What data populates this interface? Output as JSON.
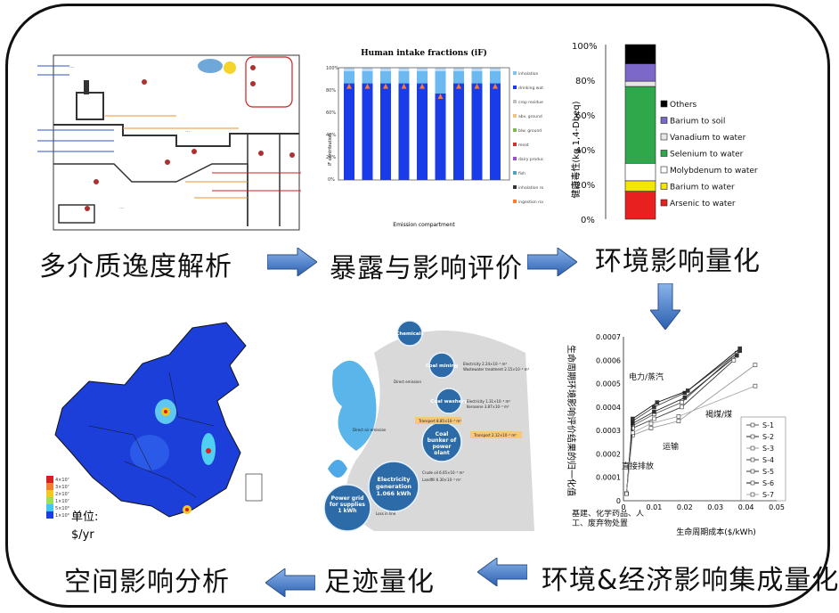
{
  "steps": {
    "s1": "多介质逸度解析",
    "s2": "暴露与影响评价",
    "s3": "环境影响量化",
    "s4": "环境&经济影响集成量化",
    "s5": "足迹量化",
    "s6": "空间影响分析"
  },
  "intake_chart": {
    "title": "Human intake fractions (iF)",
    "ylabel": "iF contribution",
    "xlabel": "Emission compartment",
    "yticks": [
      "0%",
      "20%",
      "40%",
      "60%",
      "80%",
      "100%"
    ],
    "legend": [
      "inhalation",
      "drinking water",
      "crop residues",
      "abv. ground prod.",
      "blw. ground prod.",
      "meat",
      "dairy products",
      "fish",
      "inhalation route",
      "ingestion route"
    ]
  },
  "impact_bar": {
    "ylabel": "健康毒性(kg 1,4-Dbeq)",
    "yticks": [
      "100%",
      "80%",
      "60%",
      "40%",
      "20%",
      "0%"
    ],
    "legend": [
      {
        "label": "Others",
        "color": "#000000"
      },
      {
        "label": "Barium to soil",
        "color": "#7b68c8"
      },
      {
        "label": "Vanadium to water",
        "color": "#e6e6e6"
      },
      {
        "label": "Selenium to water",
        "color": "#2ea84a"
      },
      {
        "label": "Molybdenum to water",
        "color": "#ffffff"
      },
      {
        "label": "Barium to water",
        "color": "#f4e600"
      },
      {
        "label": "Arsenic to water",
        "color": "#e82020"
      }
    ]
  },
  "chart_data": {
    "type": "line",
    "ylabel": "生命周期环境影响评价结果的归一化值",
    "xlabel": "生命周期成本($/kWh)",
    "xlim": [
      0,
      0.05
    ],
    "ylim": [
      0,
      0.0007
    ],
    "xticks": [
      "0",
      "0.01",
      "0.02",
      "0.03",
      "0.04",
      "0.05"
    ],
    "yticks": [
      "0",
      "0.0001",
      "0.0002",
      "0.0003",
      "0.0004",
      "0.0005",
      "0.0006",
      "0.0007"
    ],
    "annotations": [
      "电力/蒸汽",
      "褐煤/煤",
      "运输",
      "直接排放",
      "基建、化学药品、人工、废弃物处置"
    ],
    "series": [
      {
        "name": "S-1",
        "points": [
          [
            0.001,
            3e-05
          ],
          [
            0.003,
            0.00032
          ],
          [
            0.01,
            0.00037
          ],
          [
            0.019,
            0.00042
          ],
          [
            0.037,
            0.00063
          ]
        ]
      },
      {
        "name": "S-2",
        "points": [
          [
            0.001,
            3e-05
          ],
          [
            0.003,
            0.00033
          ],
          [
            0.01,
            0.00038
          ],
          [
            0.02,
            0.00044
          ],
          [
            0.037,
            0.00062
          ]
        ]
      },
      {
        "name": "S-3",
        "points": [
          [
            0.001,
            3e-05
          ],
          [
            0.003,
            0.00028
          ],
          [
            0.009,
            0.00031
          ],
          [
            0.018,
            0.00034
          ],
          [
            0.043,
            0.00058
          ]
        ]
      },
      {
        "name": "S-4",
        "points": [
          [
            0.001,
            3e-05
          ],
          [
            0.003,
            0.00034
          ],
          [
            0.01,
            0.0004
          ],
          [
            0.02,
            0.00046
          ],
          [
            0.038,
            0.00064
          ]
        ]
      },
      {
        "name": "S-5",
        "points": [
          [
            0.001,
            3e-05
          ],
          [
            0.003,
            0.00031
          ],
          [
            0.01,
            0.00035
          ],
          [
            0.019,
            0.0004
          ],
          [
            0.036,
            0.0006
          ]
        ]
      },
      {
        "name": "S-6",
        "points": [
          [
            0.001,
            3e-05
          ],
          [
            0.003,
            0.00035
          ],
          [
            0.011,
            0.00042
          ],
          [
            0.021,
            0.00047
          ],
          [
            0.038,
            0.00065
          ]
        ]
      },
      {
        "name": "S-7",
        "points": [
          [
            0.001,
            3e-05
          ],
          [
            0.003,
            0.00029
          ],
          [
            0.009,
            0.00033
          ],
          [
            0.018,
            0.00036
          ],
          [
            0.043,
            0.00049
          ]
        ]
      }
    ]
  },
  "footprint": {
    "nodes": [
      "Chemicals",
      "Coal mining",
      "Coal washery",
      "Coal bunker of power plant",
      "Electricity generation 1.066 kWh",
      "Power grid for supplies 1 kWh"
    ],
    "labels": [
      "Electricity 2.24×10⁻³ m³",
      "Wastewater treatment 2.15×10⁻³ m³",
      "Electricity 1.31×10⁻³ m³",
      "Kerosene 3.87×10⁻³ m³",
      "Transport 2.12×10⁻³ m³",
      "Transport 8.85×10⁻³ m³",
      "Direct emission",
      "Direct air emission",
      "Loss in line",
      "Crude oil 6.65×10⁻³ m³",
      "Landfill 6.30×10⁻³ m³"
    ]
  },
  "map": {
    "unit_label": "单位:",
    "unit_value": "$/yr",
    "scale": [
      "4×10⁷",
      "3×10⁷",
      "2×10⁷",
      "1×10⁷",
      "5×10⁶",
      "1×10⁶"
    ]
  }
}
